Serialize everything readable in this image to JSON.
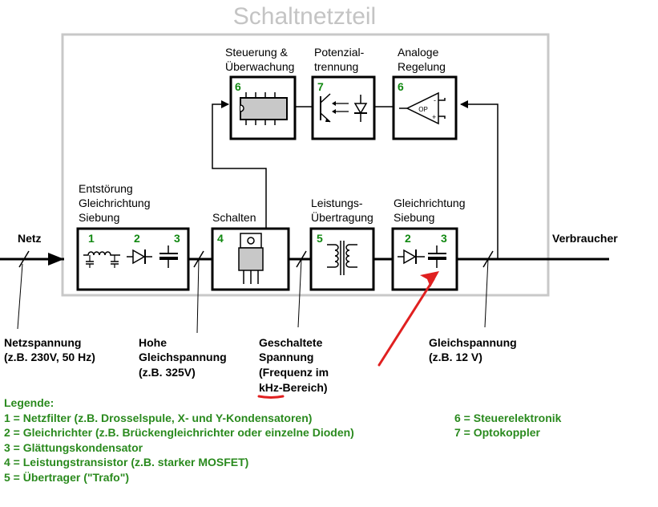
{
  "title": "Schaltnetzteil",
  "input_label": "Netz",
  "output_label": "Verbraucher",
  "blocks": {
    "filter": {
      "label_lines": [
        "Entstörung",
        "Gleichrichtung",
        "Siebung"
      ],
      "numbers": [
        "1",
        "2",
        "3"
      ]
    },
    "switch": {
      "label_lines": [
        "Schalten"
      ],
      "numbers": [
        "4"
      ]
    },
    "transformer": {
      "label_lines": [
        "Leistungs-",
        "Übertragung"
      ],
      "numbers": [
        "5"
      ]
    },
    "rectifier": {
      "label_lines": [
        "Gleichrichtung",
        "Siebung"
      ],
      "numbers": [
        "2",
        "3"
      ]
    },
    "control": {
      "label_lines": [
        "Steuerung &",
        "Überwachung"
      ],
      "numbers": [
        "6"
      ]
    },
    "isolation": {
      "label_lines": [
        "Potenzial-",
        "trennung"
      ],
      "numbers": [
        "7"
      ]
    },
    "regulation": {
      "label_lines": [
        "Analoge",
        "Regelung"
      ],
      "numbers": [
        "6"
      ],
      "opamp_label": "OP"
    }
  },
  "voltages": [
    {
      "lines": [
        "Netzspannung",
        "(z.B. 230V, 50 Hz)"
      ]
    },
    {
      "lines": [
        "Hohe",
        "Gleichspannung",
        "(z.B. 325V)"
      ]
    },
    {
      "lines": [
        "Geschaltete",
        "Spannung",
        "(Frequenz im",
        "kHz-Bereich)"
      ]
    },
    {
      "lines": [
        "Gleichspannung",
        "(z.B. 12 V)"
      ]
    }
  ],
  "legend": {
    "heading": "Legende:",
    "items": [
      "1 = Netzfilter (z.B. Drosselspule, X- und Y-Kondensatoren)",
      "2 = Gleichrichter (z.B. Brückengleichrichter oder einzelne Dioden)",
      "3 = Glättungskondensator",
      "4 = Leistungstransistor (z.B. starker MOSFET)",
      "5 = Übertrager (\"Trafo\")"
    ],
    "items_right": [
      "6 = Steuerelektronik",
      "7 = Optokoppler"
    ]
  },
  "colors": {
    "number": "#118811",
    "legend": "#2a8a1e",
    "title": "#c4c4c4",
    "frame": "#c8c8c8",
    "annotation_arrow": "#e02020"
  }
}
